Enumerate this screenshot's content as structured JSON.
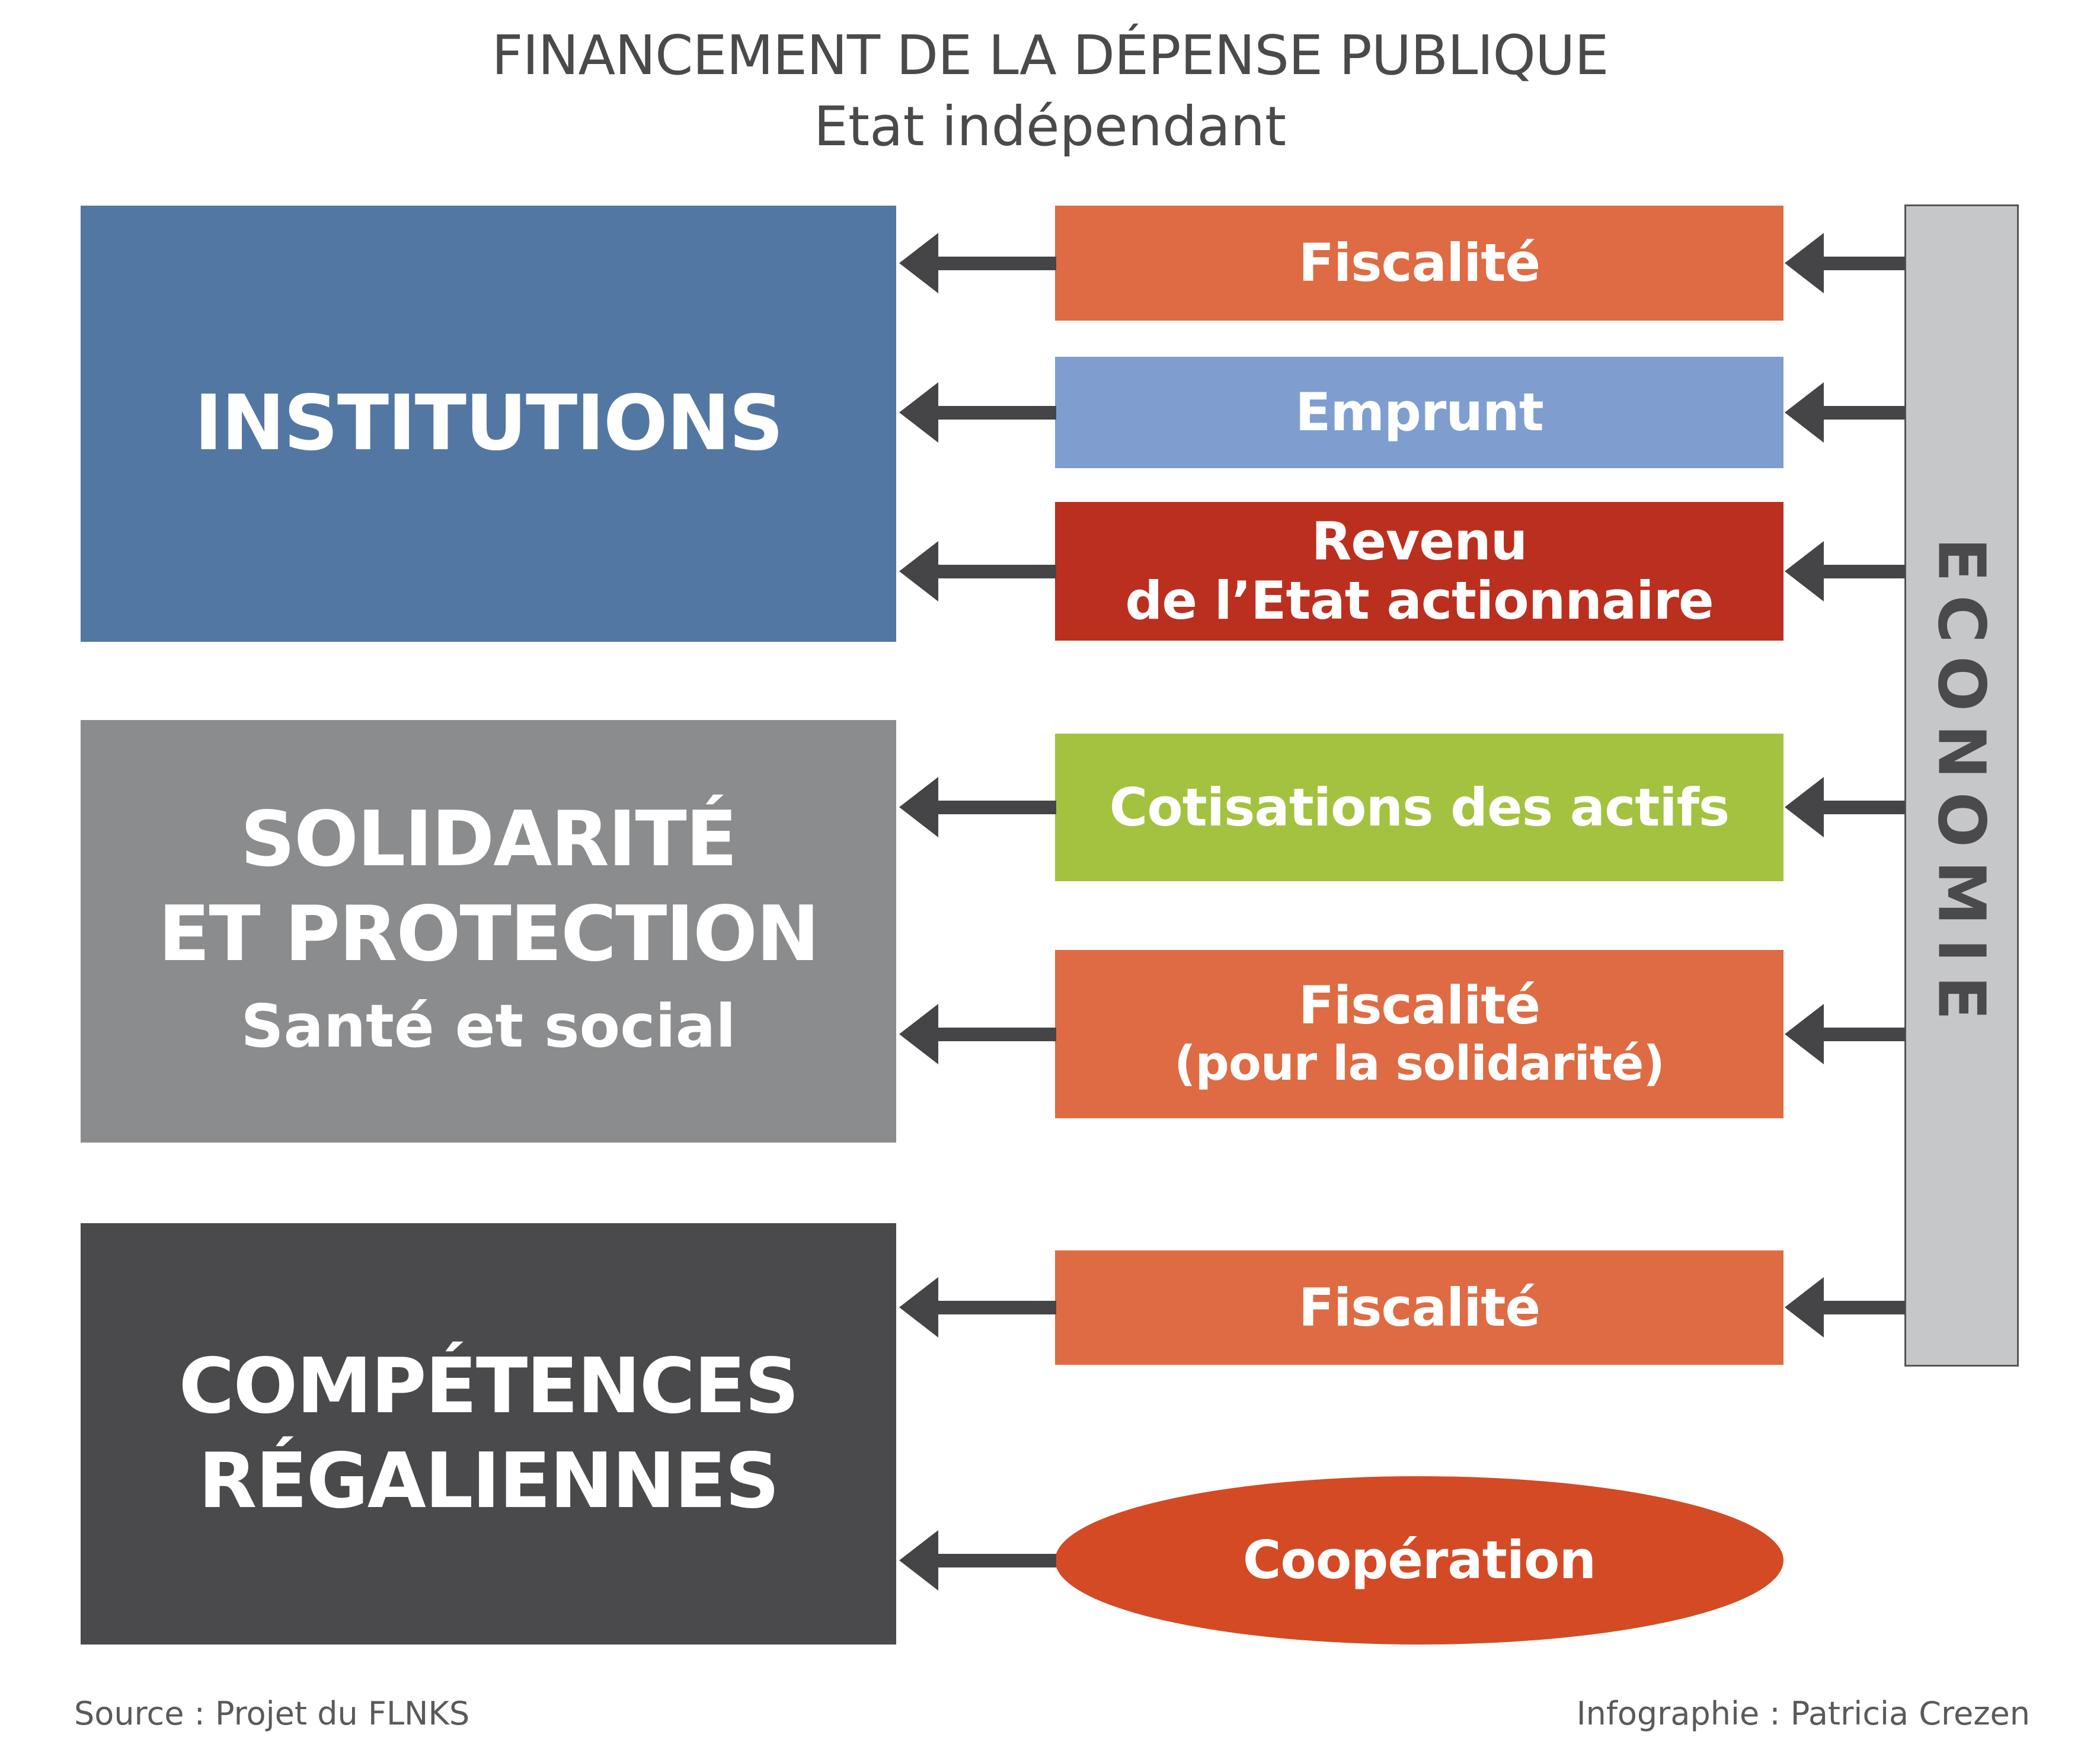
{
  "header": {
    "title": "FINANCEMENT DE LA DÉPENSE PUBLIQUE",
    "subtitle": "Etat indépendant"
  },
  "targets": [
    {
      "lines": [
        "INSTITUTIONS"
      ],
      "color": "#5377a3"
    },
    {
      "lines": [
        "SOLIDARITÉ",
        "ET PROTECTION"
      ],
      "sub": "Santé et social",
      "color": "#8b8c8e"
    },
    {
      "lines": [
        "COMPÉTENCES",
        "RÉGALIENNES"
      ],
      "color": "#4a4a4c"
    }
  ],
  "sources": [
    {
      "line1": "Fiscalité",
      "color": "#de6b43"
    },
    {
      "line1": "Emprunt",
      "color": "#7f9ecf"
    },
    {
      "line1": "Revenu",
      "line2": "de l’Etat actionnaire",
      "color": "#bb2f1f"
    },
    {
      "line1": "Cotisations des actifs",
      "color": "#a3c23f"
    },
    {
      "line1": "Fiscalité",
      "line2": "(pour la solidarité)",
      "color": "#de6b43"
    },
    {
      "line1": "Fiscalité",
      "color": "#de6b43"
    },
    {
      "line1": "Coopération",
      "color": "#d44a24"
    }
  ],
  "economy": {
    "label": "ECONOMIE"
  },
  "footer": {
    "source": "Source : Projet du FLNKS",
    "credit": "Infographie : Patricia Crezen"
  }
}
